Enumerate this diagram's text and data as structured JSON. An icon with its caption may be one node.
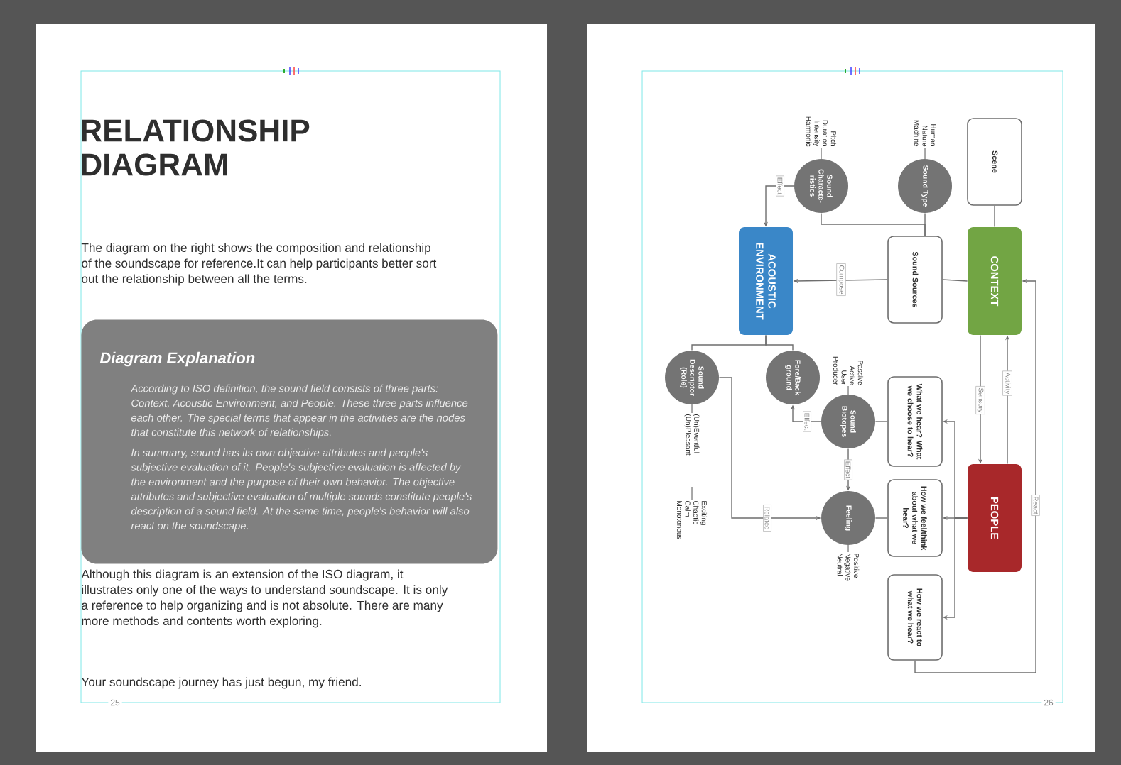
{
  "diagram": {
    "title": "RELATIONSHIP DIAGRAM",
    "nodes": [
      {
        "text": [
          "Diagram Explanation",
          "According to ISO definition, the sound field consists of three parts: Context, Acoustic Environment, and People. These three parts influence each other. The special terms that appear in the activities are the nodes that constitute this network of relationships.",
          "In summary, sound has its own objective attributes and people's subjective evaluation of it. People's subjective evaluation is affected by the environment and the purpose of their own behavior. The objective attributes and subjective evaluation of multiple sounds constitute people's description of a sound field. At the same time, people's behavior will also react on the soundscape."
        ]
      },
      {
        "text": [
          "Scene"
        ]
      },
      {
        "text": [
          "CONTEXT"
        ]
      },
      {
        "text": [
          "Sound Type"
        ],
        "beside": [
          "Human Nature Machine"
        ]
      },
      {
        "text": [
          "Sound Characte-ristics"
        ],
        "beside": [
          "Pitch Duration Intensity Harmonic"
        ]
      },
      {
        "text": [
          "Sound Sources"
        ]
      },
      {
        "text": [
          "ACOUSTIC ENVIRONMENT"
        ]
      },
      {
        "text": [
          "Fore/Back ground"
        ]
      },
      {
        "text": [
          "Sound Descriptor (Role)"
        ],
        "beside": [
          "(Un)Eventful (Un)Pleasant"
        ]
      },
      {
        "text": [
          "Sound Biotopes"
        ],
        "beside": [
          "Passive Active User Producer"
        ]
      },
      {
        "text": [
          "What we hear? What we choose to hear?"
        ]
      },
      {
        "text": [
          "Feeling"
        ],
        "beside": [
          "Positive Negative Neutral"
        ]
      },
      {
        "text": [
          "How we feel/think about what we hear?"
        ]
      },
      {
        "text": [
          "PEOPLE"
        ]
      },
      {
        "text": [
          "How we react to what we hear?"
        ]
      }
    ],
    "edges": [
      {
        "from": 1,
        "to": 2,
        "arrow": "none"
      },
      {
        "from": 2,
        "to": 5,
        "arrow": "none"
      },
      {
        "from": 3,
        "to": 5,
        "arrow": "none"
      },
      {
        "from": 4,
        "to": 5,
        "arrow": "none"
      },
      {
        "from": 5,
        "to": 6,
        "arrow": "to",
        "label": "Compose"
      },
      {
        "from": 4,
        "to": 6,
        "arrow": "to",
        "label": "Effect"
      },
      {
        "from": 6,
        "to": 7,
        "arrow": "none"
      },
      {
        "from": 6,
        "to": 8,
        "arrow": "none"
      },
      {
        "from": 9,
        "to": 7,
        "arrow": "to",
        "label": "Effect"
      },
      {
        "from": 9,
        "to": 11,
        "arrow": "to",
        "label": "Effect"
      },
      {
        "from": 8,
        "to": 11,
        "arrow": "to",
        "label": "Related"
      },
      {
        "from": 9,
        "to": 10,
        "arrow": "none"
      },
      {
        "from": 11,
        "to": 12,
        "arrow": "none"
      },
      {
        "from": 13,
        "to": 10,
        "arrow": "to"
      },
      {
        "from": 13,
        "to": 12,
        "arrow": "to"
      },
      {
        "from": 13,
        "to": 14,
        "arrow": "to"
      },
      {
        "from": 2,
        "to": 13,
        "arrow": "to",
        "label": "Sensory"
      },
      {
        "from": 13,
        "to": 2,
        "arrow": "to",
        "label": "Activity"
      },
      {
        "from": 14,
        "to": 2,
        "arrow": "to",
        "label": "React"
      }
    ],
    "labels": [
      "The diagram on the right shows the composition and relationship of the soundscape for reference.It can help participants better sort out the relationship between all the terms.",
      "Although this diagram is an extension of the ISO diagram, it illustrates only one of the ways to understand soundscape. It is only a reference to help organizing and is not absolute. There are many more methods and contents worth exploring.",
      "Your soundscape journey has just begun, my friend.",
      "Exciting Chaotic Calm Monotonous",
      "25",
      "26"
    ]
  }
}
